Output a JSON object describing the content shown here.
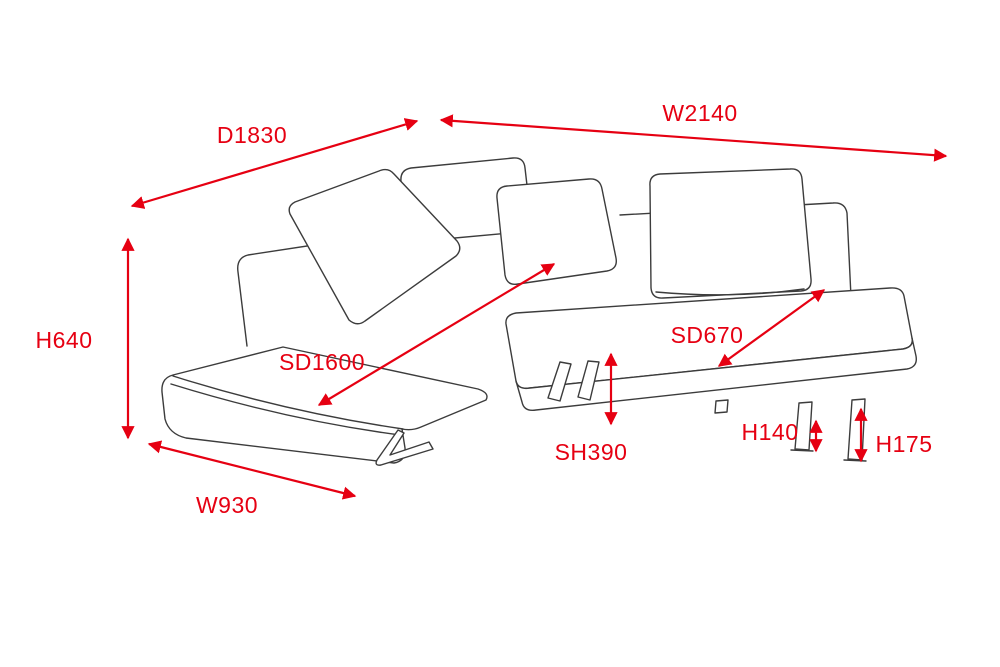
{
  "canvas": {
    "background": "#ffffff",
    "accent_color": "#e60012",
    "line_color": "#3c3c3c"
  },
  "labels": {
    "overall_width": "W2140",
    "overall_depth": "D1830",
    "overall_height": "H640",
    "chaise_width": "W930",
    "chaise_seat_depth": "SD1600",
    "main_seat_depth": "SD670",
    "seat_height": "SH390",
    "under_clearance_height": "H140",
    "leg_height": "H175"
  }
}
